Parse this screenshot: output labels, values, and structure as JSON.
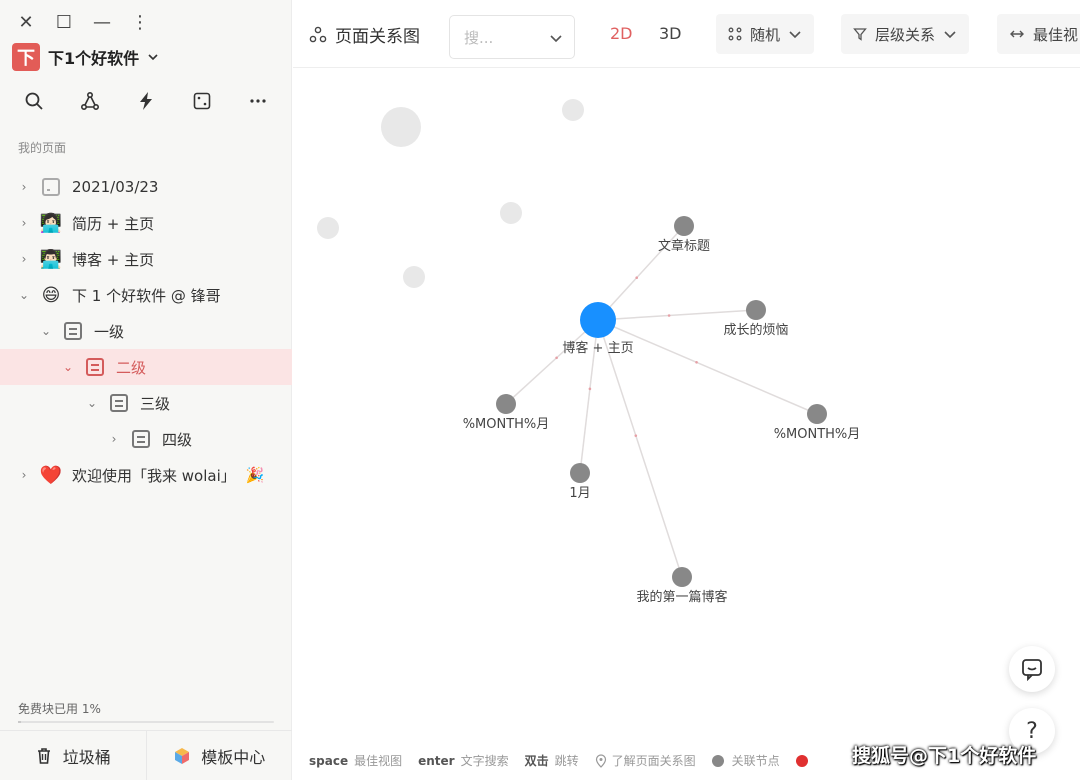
{
  "window": {
    "close": "✕",
    "maximize": "☐",
    "minimize": "—",
    "more": "⋮"
  },
  "workspace": {
    "logo_text": "下",
    "name": "下1个好软件"
  },
  "toolbar_icons": [
    "search-icon",
    "graph-icon",
    "lightning-icon",
    "dice-icon",
    "more-icon"
  ],
  "sidebar": {
    "section_label": "我的页面",
    "items": [
      {
        "label": "2021/03/23",
        "caret": "›",
        "icon": "blank",
        "indent": 0
      },
      {
        "label": "简历 + 主页",
        "caret": "›",
        "icon": "👩🏻‍💻",
        "indent": 0
      },
      {
        "label": "博客 + 主页",
        "caret": "›",
        "icon": "👨🏻‍💻",
        "indent": 0
      },
      {
        "label": "下 1 个好软件 @ 锋哥",
        "caret": "⌄",
        "icon": "😄",
        "indent": 0
      },
      {
        "label": "一级",
        "caret": "⌄",
        "icon": "doc",
        "indent": 1
      },
      {
        "label": "二级",
        "caret": "⌄",
        "icon": "doc",
        "indent": 2,
        "active": true
      },
      {
        "label": "三级",
        "caret": "⌄",
        "icon": "doc",
        "indent": 3
      },
      {
        "label": "四级",
        "caret": "›",
        "icon": "doc",
        "indent": 4
      },
      {
        "label": "欢迎使用「我来 wolai」",
        "caret": "›",
        "icon": "❤️",
        "suffix": "🎉",
        "indent": 0
      }
    ],
    "usage_label": "免费块已用 1%",
    "usage_fraction": 0.01,
    "trash_label": "垃圾桶",
    "templates_label": "模板中心"
  },
  "header": {
    "title": "页面关系图",
    "search_placeholder": "搜...",
    "mode_2d": "2D",
    "mode_3d": "3D",
    "layout_btn": "随机",
    "filter_btn": "层级关系",
    "best_view_btn": "最佳视"
  },
  "graph": {
    "center": {
      "label": "博客 + 主页",
      "color": "#1890ff"
    },
    "nodes": [
      {
        "label": "文章标题"
      },
      {
        "label": "成长的烦恼"
      },
      {
        "label": "%MONTH%月"
      },
      {
        "label": "%MONTH%月"
      },
      {
        "label": "1月"
      },
      {
        "label": "我的第一篇博客"
      }
    ],
    "node_color": "#888888",
    "ghost_color": "#e8e8e8",
    "edge_color": "#e0dcdc"
  },
  "hints": [
    {
      "key": "space",
      "text": "最佳视图"
    },
    {
      "key": "enter",
      "text": "文字搜索"
    },
    {
      "key": "双击",
      "text": "跳转"
    }
  ],
  "learn_link": "了解页面关系图",
  "legend_related": "关联节点",
  "legend_colors": {
    "related": "#888888",
    "current": "#e03030"
  },
  "watermark": "搜狐号@下1个好软件",
  "float_buttons": {
    "feedback": "feedback-icon",
    "help": "?"
  }
}
